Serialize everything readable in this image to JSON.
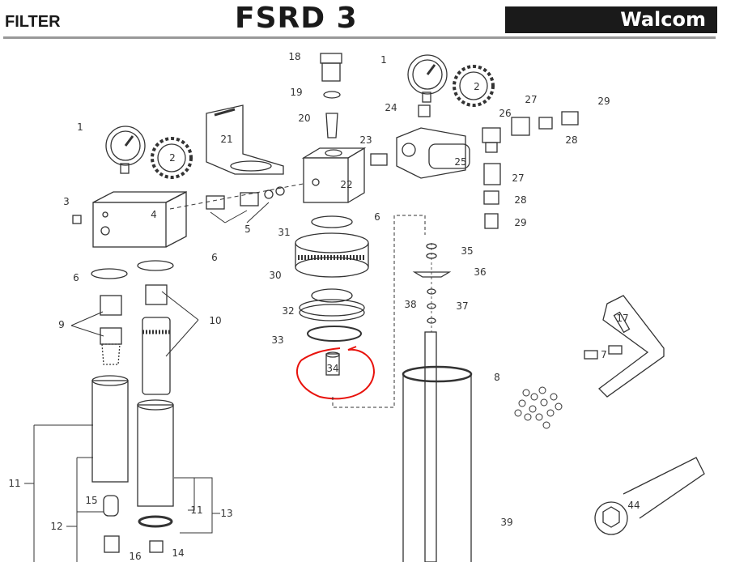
{
  "header": {
    "category": "FILTER",
    "title": "FSRD 3",
    "brand": "Walcom"
  },
  "labels": [
    "18",
    "19",
    "20",
    "1",
    "2",
    "24",
    "26",
    "27",
    "29",
    "28",
    "23",
    "25",
    "27",
    "28",
    "29",
    "21",
    "22",
    "1",
    "2",
    "3",
    "4",
    "5",
    "6",
    "31",
    "30",
    "35",
    "36",
    "32",
    "37",
    "38",
    "33",
    "34",
    "6",
    "6",
    "9",
    "10",
    "17",
    "8",
    "11",
    "15",
    "11",
    "13",
    "12",
    "39",
    "44",
    "16",
    "14",
    "7"
  ],
  "highlight": {
    "part": "34",
    "color": "#e8120c"
  }
}
